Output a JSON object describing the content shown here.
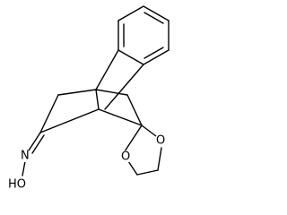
{
  "molecule": {
    "atoms": {
      "oxime_N": "N",
      "oxime_OH": "HO",
      "ketal_O_upper": "O",
      "ketal_O_lower": "O"
    }
  },
  "colors": {
    "bond": "#000000",
    "background": "#ffffff"
  }
}
